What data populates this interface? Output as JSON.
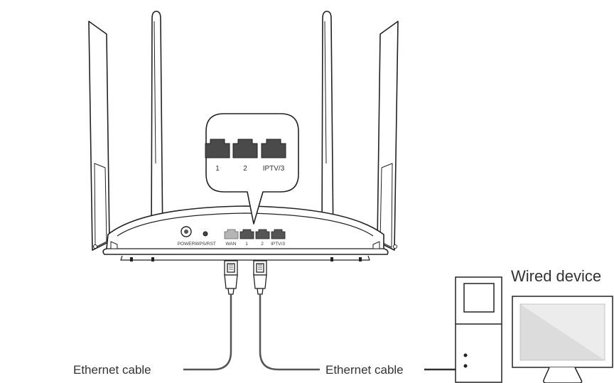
{
  "router": {
    "back_labels": [
      "POWER",
      "WPS/RST",
      "WAN",
      "1",
      "2",
      "IPTV/3"
    ],
    "zoom_labels": [
      "1",
      "2",
      "IPTV/3"
    ]
  },
  "labels": {
    "wired_device": "Wired device",
    "cable_left": "Ethernet cable",
    "cable_right": "Ethernet cable"
  }
}
